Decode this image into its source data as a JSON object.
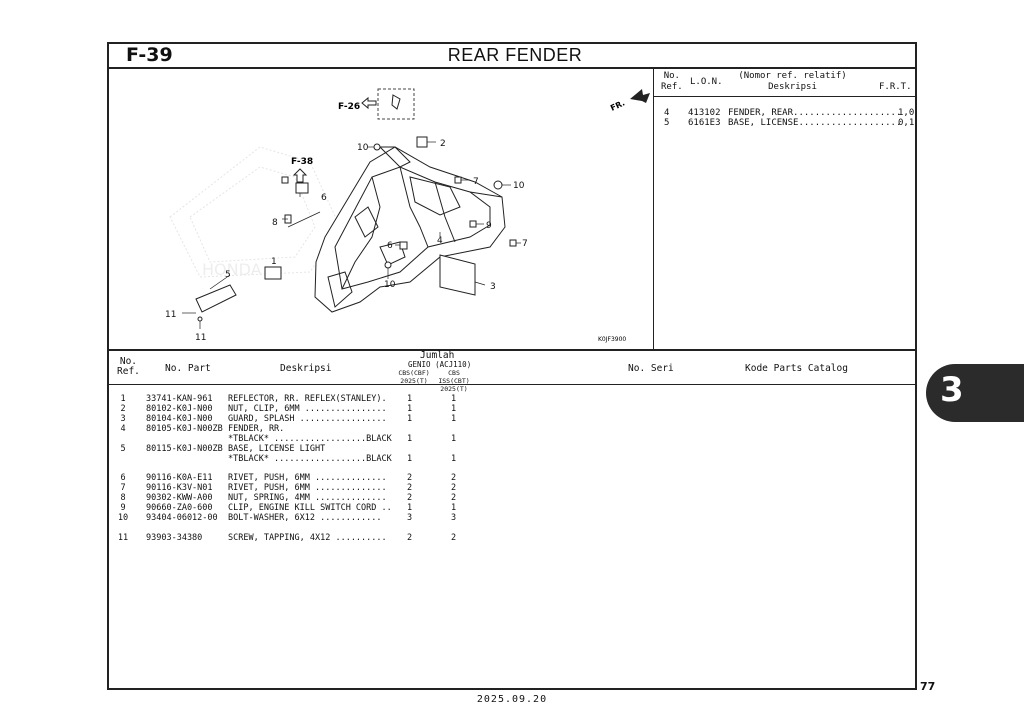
{
  "header": {
    "code": "F-39",
    "title": "REAR FENDER"
  },
  "diagram": {
    "labels": {
      "f26": "F-26",
      "f38": "F-38",
      "fr": "FR.",
      "code": "K0JF3900",
      "c1": "1",
      "c2": "2",
      "c3": "3",
      "c4": "4",
      "c5": "5",
      "c6a": "6",
      "c6b": "6",
      "c7a": "7",
      "c7b": "7",
      "c8": "8",
      "c9": "9",
      "c10a": "10",
      "c10b": "10",
      "c10c": "10",
      "c11a": "11",
      "c11b": "11"
    }
  },
  "ref_table": {
    "h_no1": "No.",
    "h_no2": "Ref.",
    "h_lon": "L.O.N.",
    "h_desc1": "(Nomor ref. relatif)",
    "h_desc2": "Deskripsi",
    "h_frt": "F.R.T.",
    "rows": [
      {
        "ref": "4",
        "lon": "413102",
        "desc": "FENDER, REAR....................",
        "frt": "1,0"
      },
      {
        "ref": "5",
        "lon": "6161E3",
        "desc": "BASE, LICENSE...................",
        "frt": "0,1"
      }
    ]
  },
  "parts_table": {
    "h_no1": "No.",
    "h_no2": "Ref.",
    "h_part": "No. Part",
    "h_desc": "Deskripsi",
    "h_jumlah": "Jumlah",
    "h_model": "GENIO (ACJ110)",
    "h_col1a": "CBS(CBF)",
    "h_col1b": "2025(T)",
    "h_col2a": "CBS ISS(CBT)",
    "h_col2b": "2025(T)",
    "h_seri": "No. Seri",
    "h_catalog": "Kode Parts Catalog",
    "rows": [
      {
        "ref": "1",
        "part": "33741-KAN-961",
        "desc": "REFLECTOR, RR. REFLEX(STANLEY).",
        "q1": "1",
        "q2": "1"
      },
      {
        "ref": "2",
        "part": "80102-K0J-N00",
        "desc": "NUT, CLIP, 6MM ................",
        "q1": "1",
        "q2": "1"
      },
      {
        "ref": "3",
        "part": "80104-K0J-N00",
        "desc": "GUARD, SPLASH .................",
        "q1": "1",
        "q2": "1"
      },
      {
        "ref": "4",
        "part": "80105-K0J-N00ZB",
        "desc": "FENDER, RR.",
        "q1": "",
        "q2": ""
      },
      {
        "ref": "",
        "part": "",
        "desc": "*TBLACK* ..................BLACK",
        "q1": "1",
        "q2": "1"
      },
      {
        "ref": "5",
        "part": "80115-K0J-N00ZB",
        "desc": "BASE, LICENSE LIGHT",
        "q1": "",
        "q2": ""
      },
      {
        "ref": "",
        "part": "",
        "desc": "*TBLACK* ..................BLACK",
        "q1": "1",
        "q2": "1"
      },
      {
        "ref": "6",
        "part": "90116-K0A-E11",
        "desc": "RIVET, PUSH, 6MM ..............",
        "q1": "2",
        "q2": "2"
      },
      {
        "ref": "7",
        "part": "90116-K3V-N01",
        "desc": "RIVET, PUSH, 6MM ..............",
        "q1": "2",
        "q2": "2"
      },
      {
        "ref": "8",
        "part": "90302-KWW-A00",
        "desc": "NUT, SPRING, 4MM ..............",
        "q1": "2",
        "q2": "2"
      },
      {
        "ref": "9",
        "part": "90660-ZA0-600",
        "desc": "CLIP, ENGINE KILL SWITCH CORD ..",
        "q1": "1",
        "q2": "1"
      },
      {
        "ref": "10",
        "part": "93404-06012-00",
        "desc": "BOLT-WASHER, 6X12 ............",
        "q1": "3",
        "q2": "3"
      },
      {
        "ref": "11",
        "part": "93903-34380",
        "desc": "SCREW, TAPPING, 4X12 ..........",
        "q1": "2",
        "q2": "2"
      }
    ]
  },
  "side_tab": "3",
  "page_number": "77",
  "footer_date": "2025.09.20"
}
